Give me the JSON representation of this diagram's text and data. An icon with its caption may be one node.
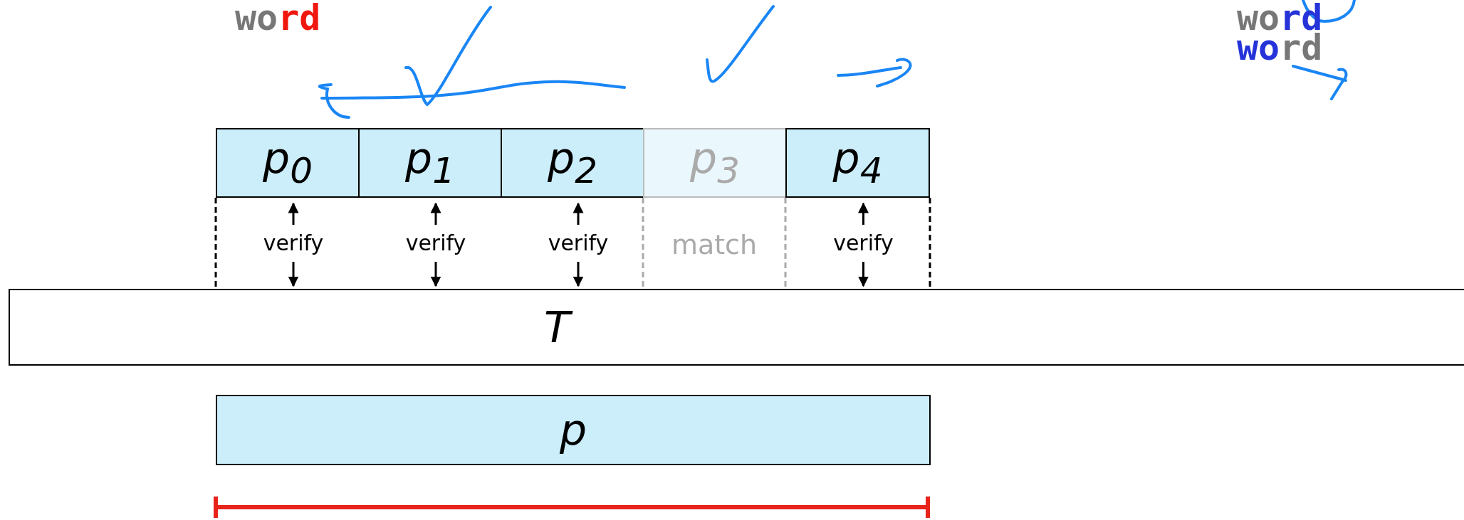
{
  "diagram": {
    "nodes": [
      {
        "text": [
          "p$_{0}$"
        ]
      },
      {
        "text": [
          "p$_{1}$"
        ]
      },
      {
        "text": [
          "p$_{2}$"
        ]
      },
      {
        "text": [
          "p$_{3}$"
        ]
      },
      {
        "text": [
          "p$_{4}$"
        ]
      },
      {
        "text": [
          "T"
        ]
      },
      {
        "text": [
          "p"
        ]
      }
    ],
    "edges": [
      {
        "from": 0,
        "to": 5,
        "arrow": "both",
        "label": "verify"
      },
      {
        "from": 1,
        "to": 5,
        "arrow": "both",
        "label": "verify"
      },
      {
        "from": 2,
        "to": 5,
        "arrow": "both",
        "label": "verify"
      },
      {
        "from": 4,
        "to": 5,
        "arrow": "both",
        "label": "verify"
      }
    ],
    "labels": [
      "word",
      "word",
      "word",
      "match"
    ]
  }
}
